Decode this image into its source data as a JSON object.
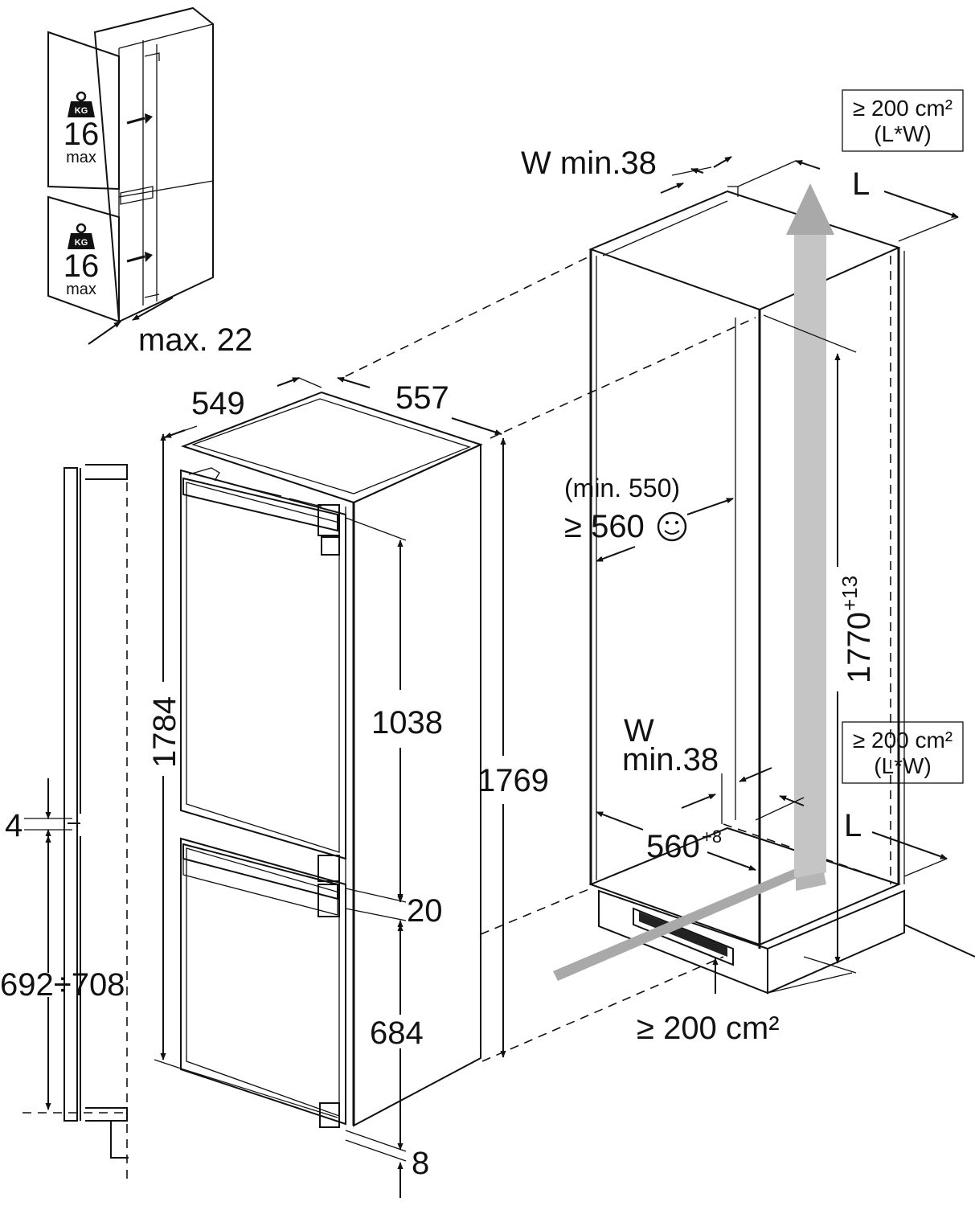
{
  "doors": {
    "upper": {
      "unit": "KG",
      "value": "16",
      "suffix": "max"
    },
    "lower": {
      "unit": "KG",
      "value": "16",
      "suffix": "max"
    },
    "thickness_label": "max. 22"
  },
  "appliance": {
    "depth": "549",
    "width": "557",
    "height_total": "1784",
    "height_body": "1769",
    "upper_door": "1038",
    "gap": "20",
    "lower_door": "684",
    "bottom_gap": "8"
  },
  "side_profile": {
    "gap": "4",
    "range": "692÷708"
  },
  "niche": {
    "top_vent": {
      "line1": "≥ 200 cm²",
      "line2": "(L*W)"
    },
    "top_w": "W min.38",
    "top_l": "L",
    "depth_min": "(min. 550)",
    "depth_pref": "≥ 560",
    "depth_icon": "smiley-icon",
    "height_main": "1770",
    "height_tol": "+13",
    "mid_vent": {
      "line1": "≥ 200 cm²",
      "line2": "(L*W)"
    },
    "bottom_w_line1": "W",
    "bottom_w_line2": "min.38",
    "bottom_l": "L",
    "width_main": "560",
    "width_tol": "+8",
    "base_vent": "≥ 200 cm²"
  }
}
